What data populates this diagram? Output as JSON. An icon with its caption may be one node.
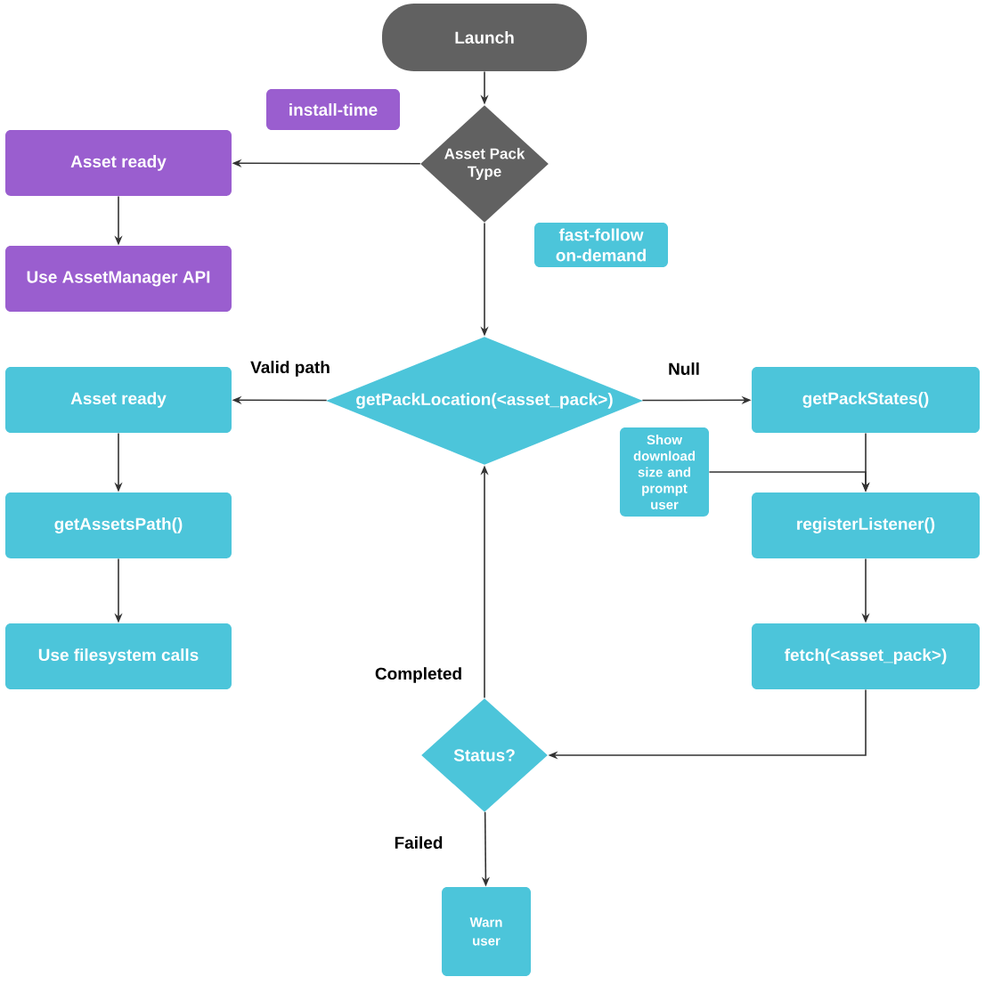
{
  "diagram": {
    "nodes": [
      {
        "text": [
          "Launch"
        ]
      },
      {
        "text": [
          "install-time"
        ]
      },
      {
        "text": [
          "Asset Pack Type"
        ]
      },
      {
        "text": [
          "Asset ready"
        ]
      },
      {
        "text": [
          "Use AssetManager API"
        ]
      },
      {
        "text": [
          "fast-follow on-demand"
        ]
      },
      {
        "text": [
          "getPackLocation(<asset_pack>)"
        ]
      },
      {
        "text": [
          "Asset ready"
        ]
      },
      {
        "text": [
          "getAssetsPath()"
        ]
      },
      {
        "text": [
          "Use filesystem calls"
        ]
      },
      {
        "text": [
          "getPackStates()"
        ]
      },
      {
        "text": [
          "Show download size and prompt user"
        ]
      },
      {
        "text": [
          "registerListener()"
        ]
      },
      {
        "text": [
          "fetch(<asset_pack>)"
        ]
      },
      {
        "text": [
          "Status?"
        ]
      },
      {
        "text": [
          "Warn user"
        ]
      }
    ],
    "edges": [
      {
        "from": 0,
        "to": 2,
        "arrow": "to"
      },
      {
        "from": 2,
        "to": 3,
        "arrow": "to"
      },
      {
        "from": 3,
        "to": 4,
        "arrow": "to"
      },
      {
        "from": 2,
        "to": 6,
        "arrow": "to"
      },
      {
        "from": 6,
        "to": 7,
        "arrow": "to",
        "label": "Valid path"
      },
      {
        "from": 7,
        "to": 8,
        "arrow": "to"
      },
      {
        "from": 8,
        "to": 9,
        "arrow": "to"
      },
      {
        "from": 6,
        "to": 10,
        "arrow": "to",
        "label": "Null"
      },
      {
        "from": 10,
        "to": 12,
        "arrow": "to"
      },
      {
        "from": 11,
        "to": 12,
        "arrow": "to"
      },
      {
        "from": 12,
        "to": 13,
        "arrow": "to"
      },
      {
        "from": 13,
        "to": 14,
        "arrow": "to"
      },
      {
        "from": 14,
        "to": 6,
        "arrow": "to",
        "label": "Completed"
      },
      {
        "from": 14,
        "to": 15,
        "arrow": "to",
        "label": "Failed"
      }
    ]
  }
}
